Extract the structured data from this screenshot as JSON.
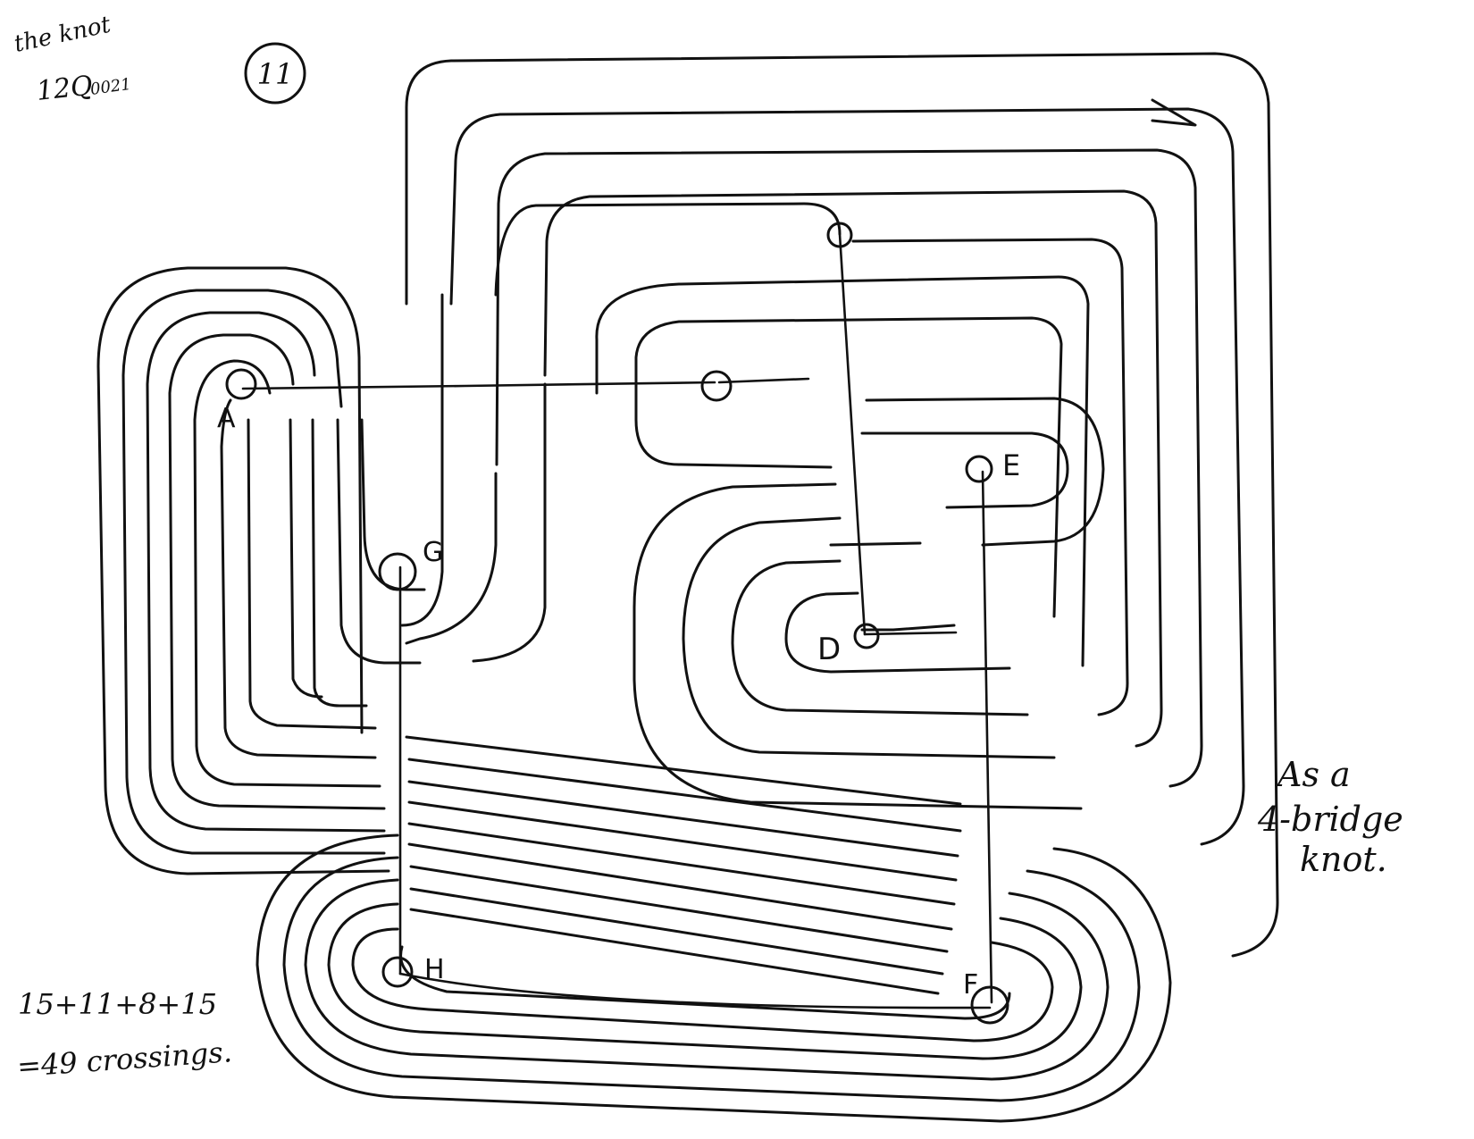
{
  "notes": {
    "title_line1": "the knot",
    "title_line2": "12Q",
    "title_line2_sub": "0021",
    "figure_number": "11",
    "bridge_line1": "As a",
    "bridge_line2": "4-bridge",
    "bridge_line3": "knot.",
    "count_line1": "15+11+8+15",
    "count_line2": "=49 crossings."
  },
  "points": {
    "A": "A",
    "D": "D",
    "E": "E",
    "F": "F",
    "G": "G",
    "H": "H"
  },
  "colors": {
    "ink": "#111111",
    "paper": "#ffffff"
  }
}
